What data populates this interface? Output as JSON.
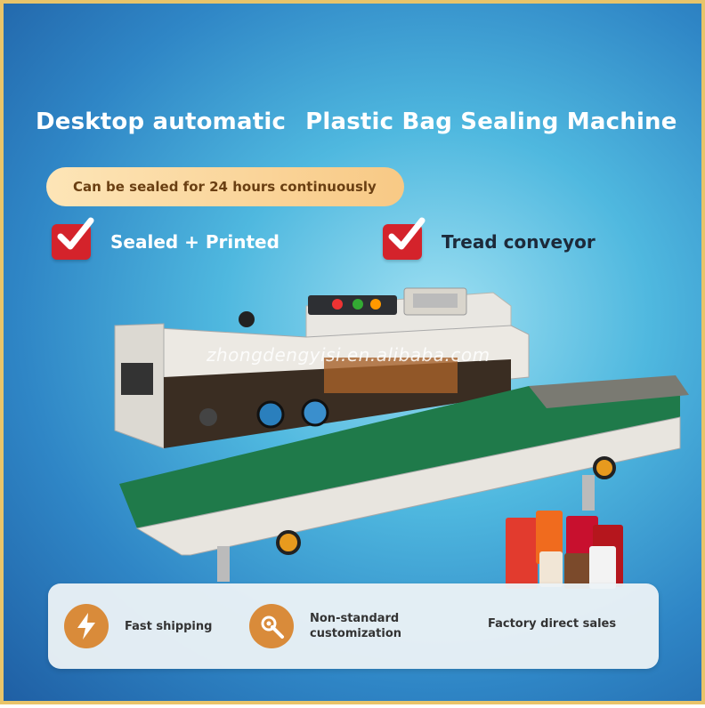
{
  "headline": {
    "part1": "Desktop automatic",
    "part2": "Plastic Bag Sealing Machine"
  },
  "pill_text": "Can be sealed for 24 hours continuously",
  "features": [
    {
      "label": "Sealed + Printed",
      "icon": "checkmark-icon"
    },
    {
      "label": "Tread conveyor",
      "icon": "checkmark-icon"
    }
  ],
  "watermark": "zhongdengyisi.en.alibaba.com",
  "bottom_bar": [
    {
      "label": "Fast shipping",
      "icon": "lightning-icon"
    },
    {
      "label_line1": "Non-standard",
      "label_line2": "customization",
      "icon": "gear-wrench-icon"
    },
    {
      "label": "Factory direct sales"
    }
  ],
  "colors": {
    "accent_orange": "#d98b3a",
    "check_red": "#d4232b",
    "pill_gold": "#f8c985",
    "frame_gold": "#e8c46a",
    "conveyor_green": "#1f7a4a"
  }
}
